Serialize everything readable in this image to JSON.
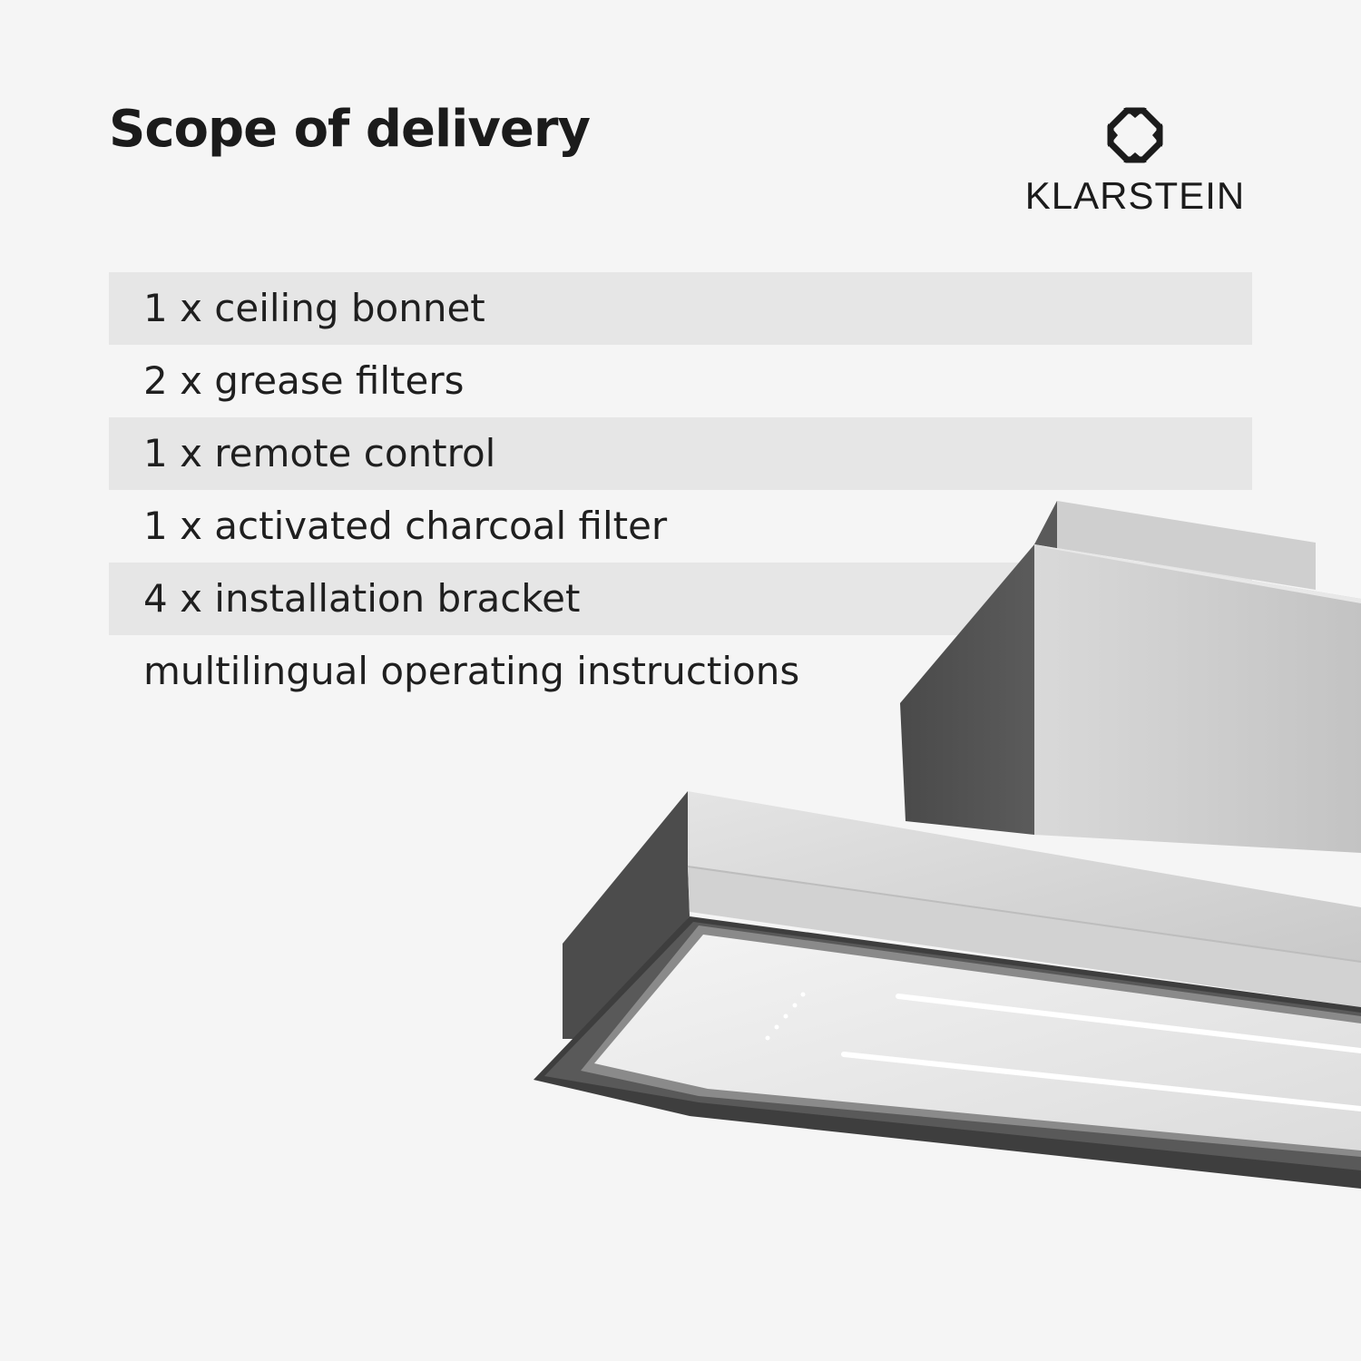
{
  "header": {
    "title": "Scope of delivery"
  },
  "brand": {
    "logo_icon": "klarstein-octagon-icon",
    "name": "KLARSTEIN"
  },
  "items": [
    {
      "text": "1 x ceiling bonnet"
    },
    {
      "text": "2 x grease filters"
    },
    {
      "text": "1 x remote control"
    },
    {
      "text": "1 x activated charcoal filter"
    },
    {
      "text": "4 x installation bracket"
    },
    {
      "text": "multilingual operating instructions"
    }
  ],
  "colors": {
    "background": "#f5f5f5",
    "row_shade": "#e6e6e6",
    "text": "#1b1b1b"
  }
}
